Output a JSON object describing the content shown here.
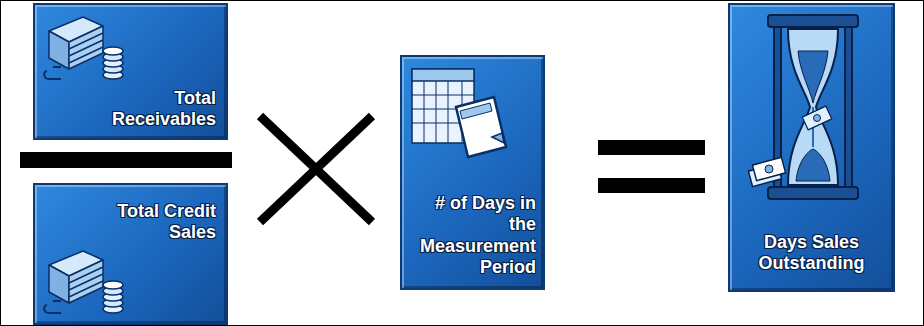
{
  "diagram": {
    "nodes": [
      {
        "text": [
          "Total Receivables"
        ]
      },
      {
        "text": [
          "Total Credit Sales"
        ]
      },
      {
        "text": [
          "# of Days in the Measurement Period"
        ]
      },
      {
        "text": [
          "Days Sales Outstanding"
        ]
      }
    ]
  }
}
